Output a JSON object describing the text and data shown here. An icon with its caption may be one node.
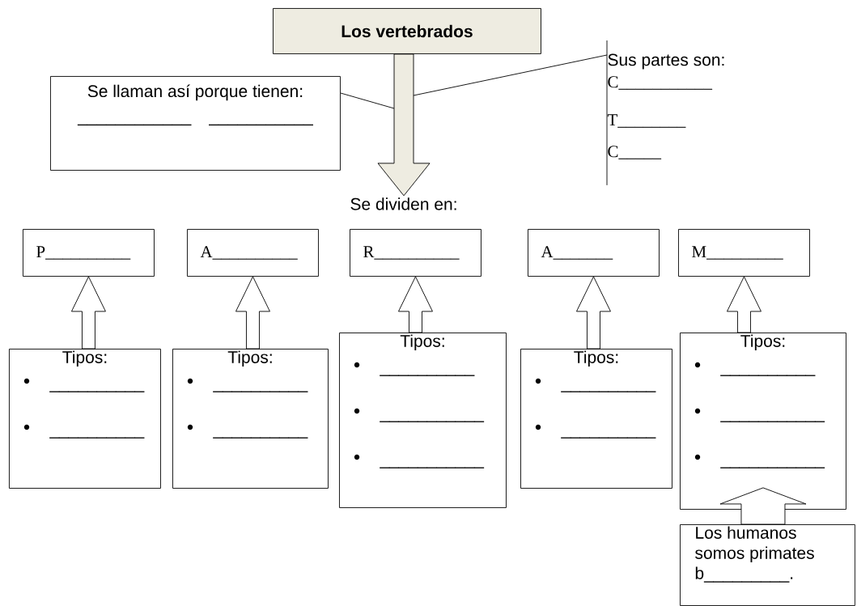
{
  "diagram": {
    "nodes": [
      {
        "text": [
          "Los vertebrados"
        ]
      },
      {
        "text": [
          "Se llaman así porque tienen:",
          "____________",
          "___________"
        ]
      },
      {
        "text": [
          "Sus partes son:",
          "C___________",
          "T________",
          "C_____"
        ]
      },
      {
        "text": [
          "Se dividen en:"
        ]
      },
      {
        "text": [
          "P__________"
        ]
      },
      {
        "text": [
          "A__________"
        ]
      },
      {
        "text": [
          "R__________"
        ]
      },
      {
        "text": [
          "A_______"
        ]
      },
      {
        "text": [
          "M_________"
        ]
      },
      {
        "text": [
          "Tipos:",
          "__________",
          "__________"
        ]
      },
      {
        "text": [
          "Tipos:",
          "__________",
          "__________"
        ]
      },
      {
        "text": [
          "Tipos:",
          "__________",
          "___________",
          "___________"
        ]
      },
      {
        "text": [
          "Tipos:",
          "__________",
          "__________"
        ]
      },
      {
        "text": [
          "Tipos:",
          "__________",
          "___________",
          "___________"
        ]
      },
      {
        "text": [
          "Los humanos somos primates b_________."
        ]
      }
    ],
    "edges": [
      {
        "from": 0,
        "to": 3,
        "arrow": "to",
        "color": "#eeece1"
      },
      {
        "from": 1,
        "to": null,
        "arrow": "none"
      },
      {
        "from": 2,
        "to": null,
        "arrow": "none"
      },
      {
        "from": 9,
        "to": 4,
        "arrow": "to"
      },
      {
        "from": 10,
        "to": 5,
        "arrow": "to"
      },
      {
        "from": 11,
        "to": 6,
        "arrow": "to"
      },
      {
        "from": 12,
        "to": 7,
        "arrow": "to"
      },
      {
        "from": 13,
        "to": 8,
        "arrow": "to"
      },
      {
        "from": 14,
        "to": 13,
        "arrow": "to"
      }
    ]
  }
}
